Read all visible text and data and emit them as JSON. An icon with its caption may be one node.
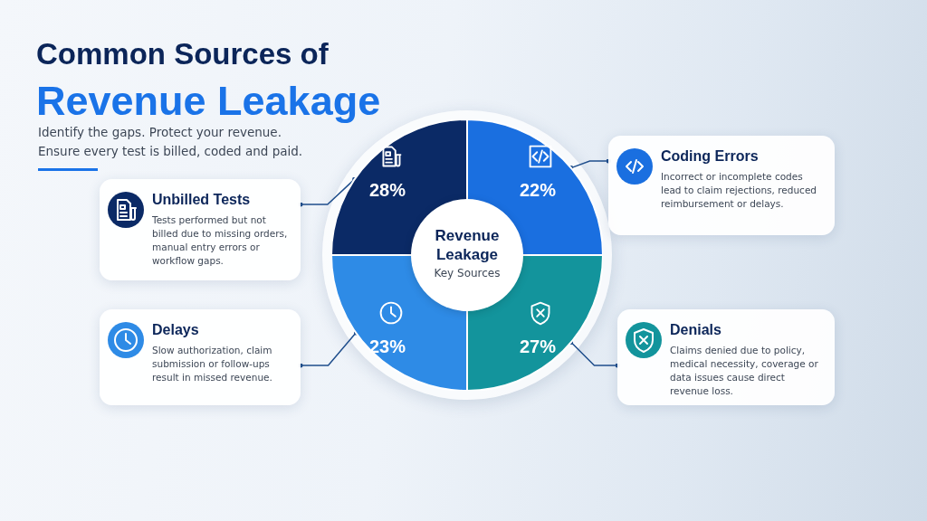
{
  "diagram": {
    "title": "Common Sources of Revenue Leakage",
    "nodes": [
      {
        "text": [
          "Unbilled Tests",
          "Tests performed but not billed due to missing orders, manual entry errors or workflow gaps."
        ]
      },
      {
        "text": [
          "Coding Errors",
          "Incorrect or incomplete codes lead to claim rejections, reduced reimbursement or delays."
        ]
      },
      {
        "text": [
          "Delays",
          "Slow authorization, claim submission or follow-ups result in missed revenue."
        ]
      },
      {
        "text": [
          "Denials",
          "Claims denied due to policy, medical necessity, coverage or data issues cause direct revenue loss."
        ]
      },
      {
        "text": [
          "28%"
        ]
      },
      {
        "text": [
          "22%"
        ]
      },
      {
        "text": [
          "23%"
        ]
      },
      {
        "text": [
          "27%"
        ]
      },
      {
        "text": [
          "Revenue Leakage",
          "Key Sources"
        ]
      }
    ],
    "edges": [
      {
        "from": 0,
        "to": 4,
        "arrow": "other"
      },
      {
        "from": 1,
        "to": 5,
        "arrow": "other"
      },
      {
        "from": 2,
        "to": 6,
        "arrow": "other"
      },
      {
        "from": 3,
        "to": 7,
        "arrow": "other"
      }
    ],
    "labels": [
      "Identify the gaps. Protect your revenue. Ensure every test is billed, coded and paid."
    ]
  }
}
